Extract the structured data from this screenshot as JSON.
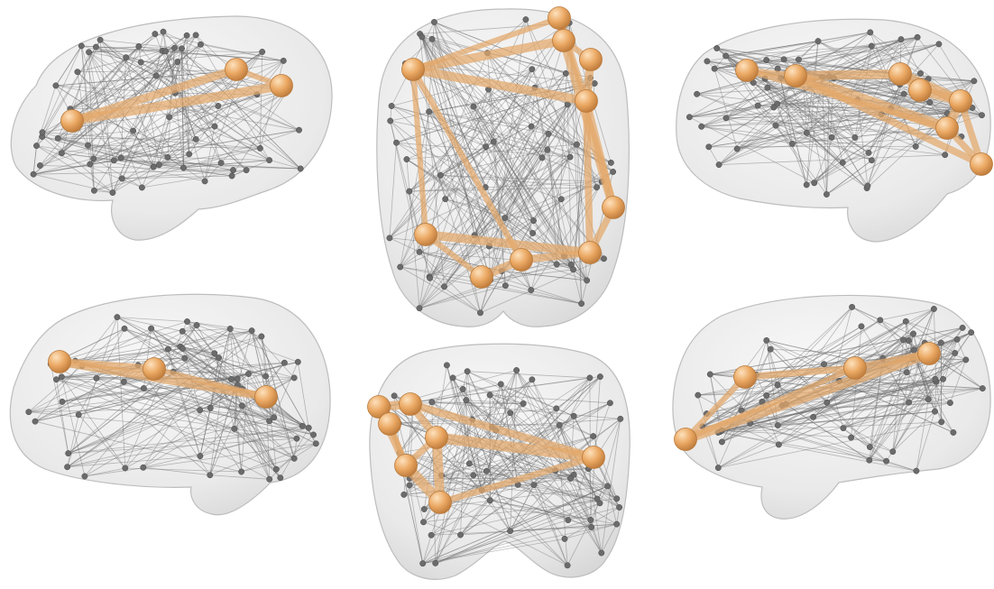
{
  "figure": {
    "kind": "brain-network-rendering",
    "views": [
      {
        "id": "left-lateral",
        "hub_count": 3
      },
      {
        "id": "dorsal",
        "hub_count": 10
      },
      {
        "id": "right-lateral",
        "hub_count": 7
      },
      {
        "id": "left-medial",
        "hub_count": 3
      },
      {
        "id": "frontal",
        "hub_count": 7
      },
      {
        "id": "right-medial",
        "hub_count": 4
      }
    ],
    "colors": {
      "hub_node": "#e8a05a",
      "hub_edge": "#e3a869",
      "regular_node": "#6b6b6b",
      "regular_edge": "#6e6e6e",
      "brain_surface": "#d9d9d9"
    }
  }
}
